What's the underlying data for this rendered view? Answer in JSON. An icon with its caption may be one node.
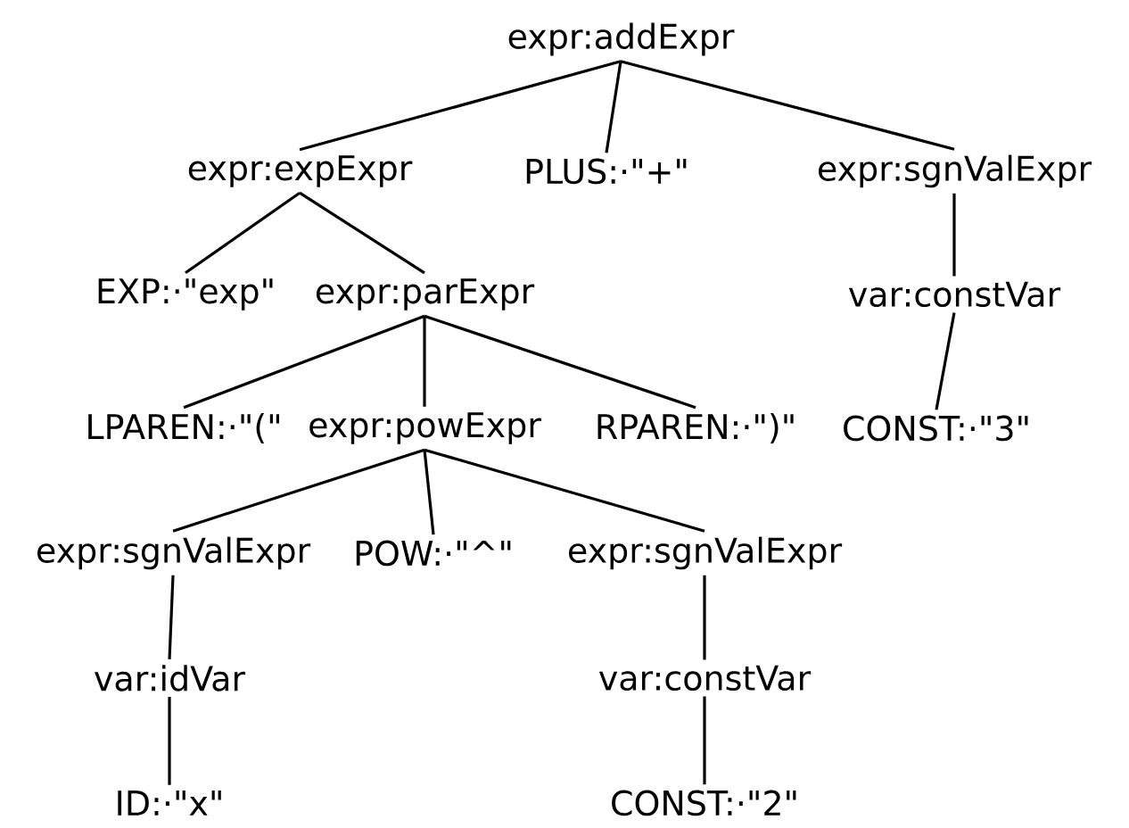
{
  "diagram": {
    "nodes": [
      {
        "text": [
          "expr:addExpr"
        ]
      },
      {
        "text": [
          "expr:expExpr"
        ]
      },
      {
        "text": [
          "PLUS:·\"+\""
        ]
      },
      {
        "text": [
          "expr:sgnValExpr"
        ]
      },
      {
        "text": [
          "EXP:·\"exp\""
        ]
      },
      {
        "text": [
          "expr:parExpr"
        ]
      },
      {
        "text": [
          "var:constVar"
        ]
      },
      {
        "text": [
          "LPAREN:·\"(\""
        ]
      },
      {
        "text": [
          "expr:powExpr"
        ]
      },
      {
        "text": [
          "RPAREN:·\")\""
        ]
      },
      {
        "text": [
          "CONST:·\"3\""
        ]
      },
      {
        "text": [
          "expr:sgnValExpr"
        ]
      },
      {
        "text": [
          "POW:·\"^\""
        ]
      },
      {
        "text": [
          "expr:sgnValExpr"
        ]
      },
      {
        "text": [
          "var:idVar"
        ]
      },
      {
        "text": [
          "var:constVar"
        ]
      },
      {
        "text": [
          "ID:·\"x\""
        ]
      },
      {
        "text": [
          "CONST:·\"2\""
        ]
      }
    ],
    "edges": [
      {
        "from": 0,
        "to": 1,
        "arrow": "none"
      },
      {
        "from": 0,
        "to": 2,
        "arrow": "none"
      },
      {
        "from": 0,
        "to": 3,
        "arrow": "none"
      },
      {
        "from": 1,
        "to": 4,
        "arrow": "none"
      },
      {
        "from": 1,
        "to": 5,
        "arrow": "none"
      },
      {
        "from": 3,
        "to": 6,
        "arrow": "none"
      },
      {
        "from": 5,
        "to": 7,
        "arrow": "none"
      },
      {
        "from": 5,
        "to": 8,
        "arrow": "none"
      },
      {
        "from": 5,
        "to": 9,
        "arrow": "none"
      },
      {
        "from": 6,
        "to": 10,
        "arrow": "none"
      },
      {
        "from": 8,
        "to": 11,
        "arrow": "none"
      },
      {
        "from": 8,
        "to": 12,
        "arrow": "none"
      },
      {
        "from": 8,
        "to": 13,
        "arrow": "none"
      },
      {
        "from": 11,
        "to": 14,
        "arrow": "none"
      },
      {
        "from": 13,
        "to": 15,
        "arrow": "none"
      },
      {
        "from": 14,
        "to": 16,
        "arrow": "none"
      },
      {
        "from": 15,
        "to": 17,
        "arrow": "none"
      }
    ]
  }
}
